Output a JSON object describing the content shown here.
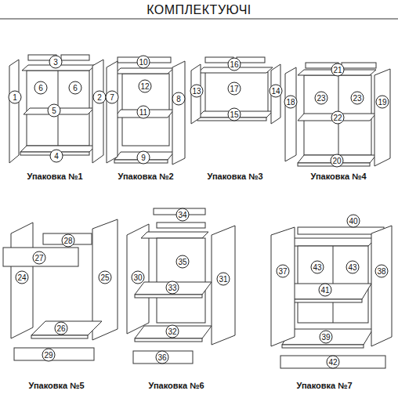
{
  "diagram": {
    "title": "КОМПЛЕКТУЮЧІ",
    "labels": [
      "3",
      "1",
      "6",
      "6",
      "2",
      "5",
      "4",
      "10",
      "7",
      "12",
      "8",
      "11",
      "9",
      "16",
      "13",
      "17",
      "14",
      "15",
      "21",
      "18",
      "23",
      "23",
      "19",
      "22",
      "20",
      "Упаковка №1",
      "Упаковка №2",
      "Упаковка №3",
      "Упаковка №4",
      "28",
      "27",
      "24",
      "25",
      "26",
      "29",
      "34",
      "30",
      "35",
      "31",
      "33",
      "32",
      "36",
      "40",
      "37",
      "43",
      "43",
      "38",
      "41",
      "39",
      "42",
      "Упаковка №5",
      "Упаковка №6",
      "Упаковка №7"
    ]
  }
}
